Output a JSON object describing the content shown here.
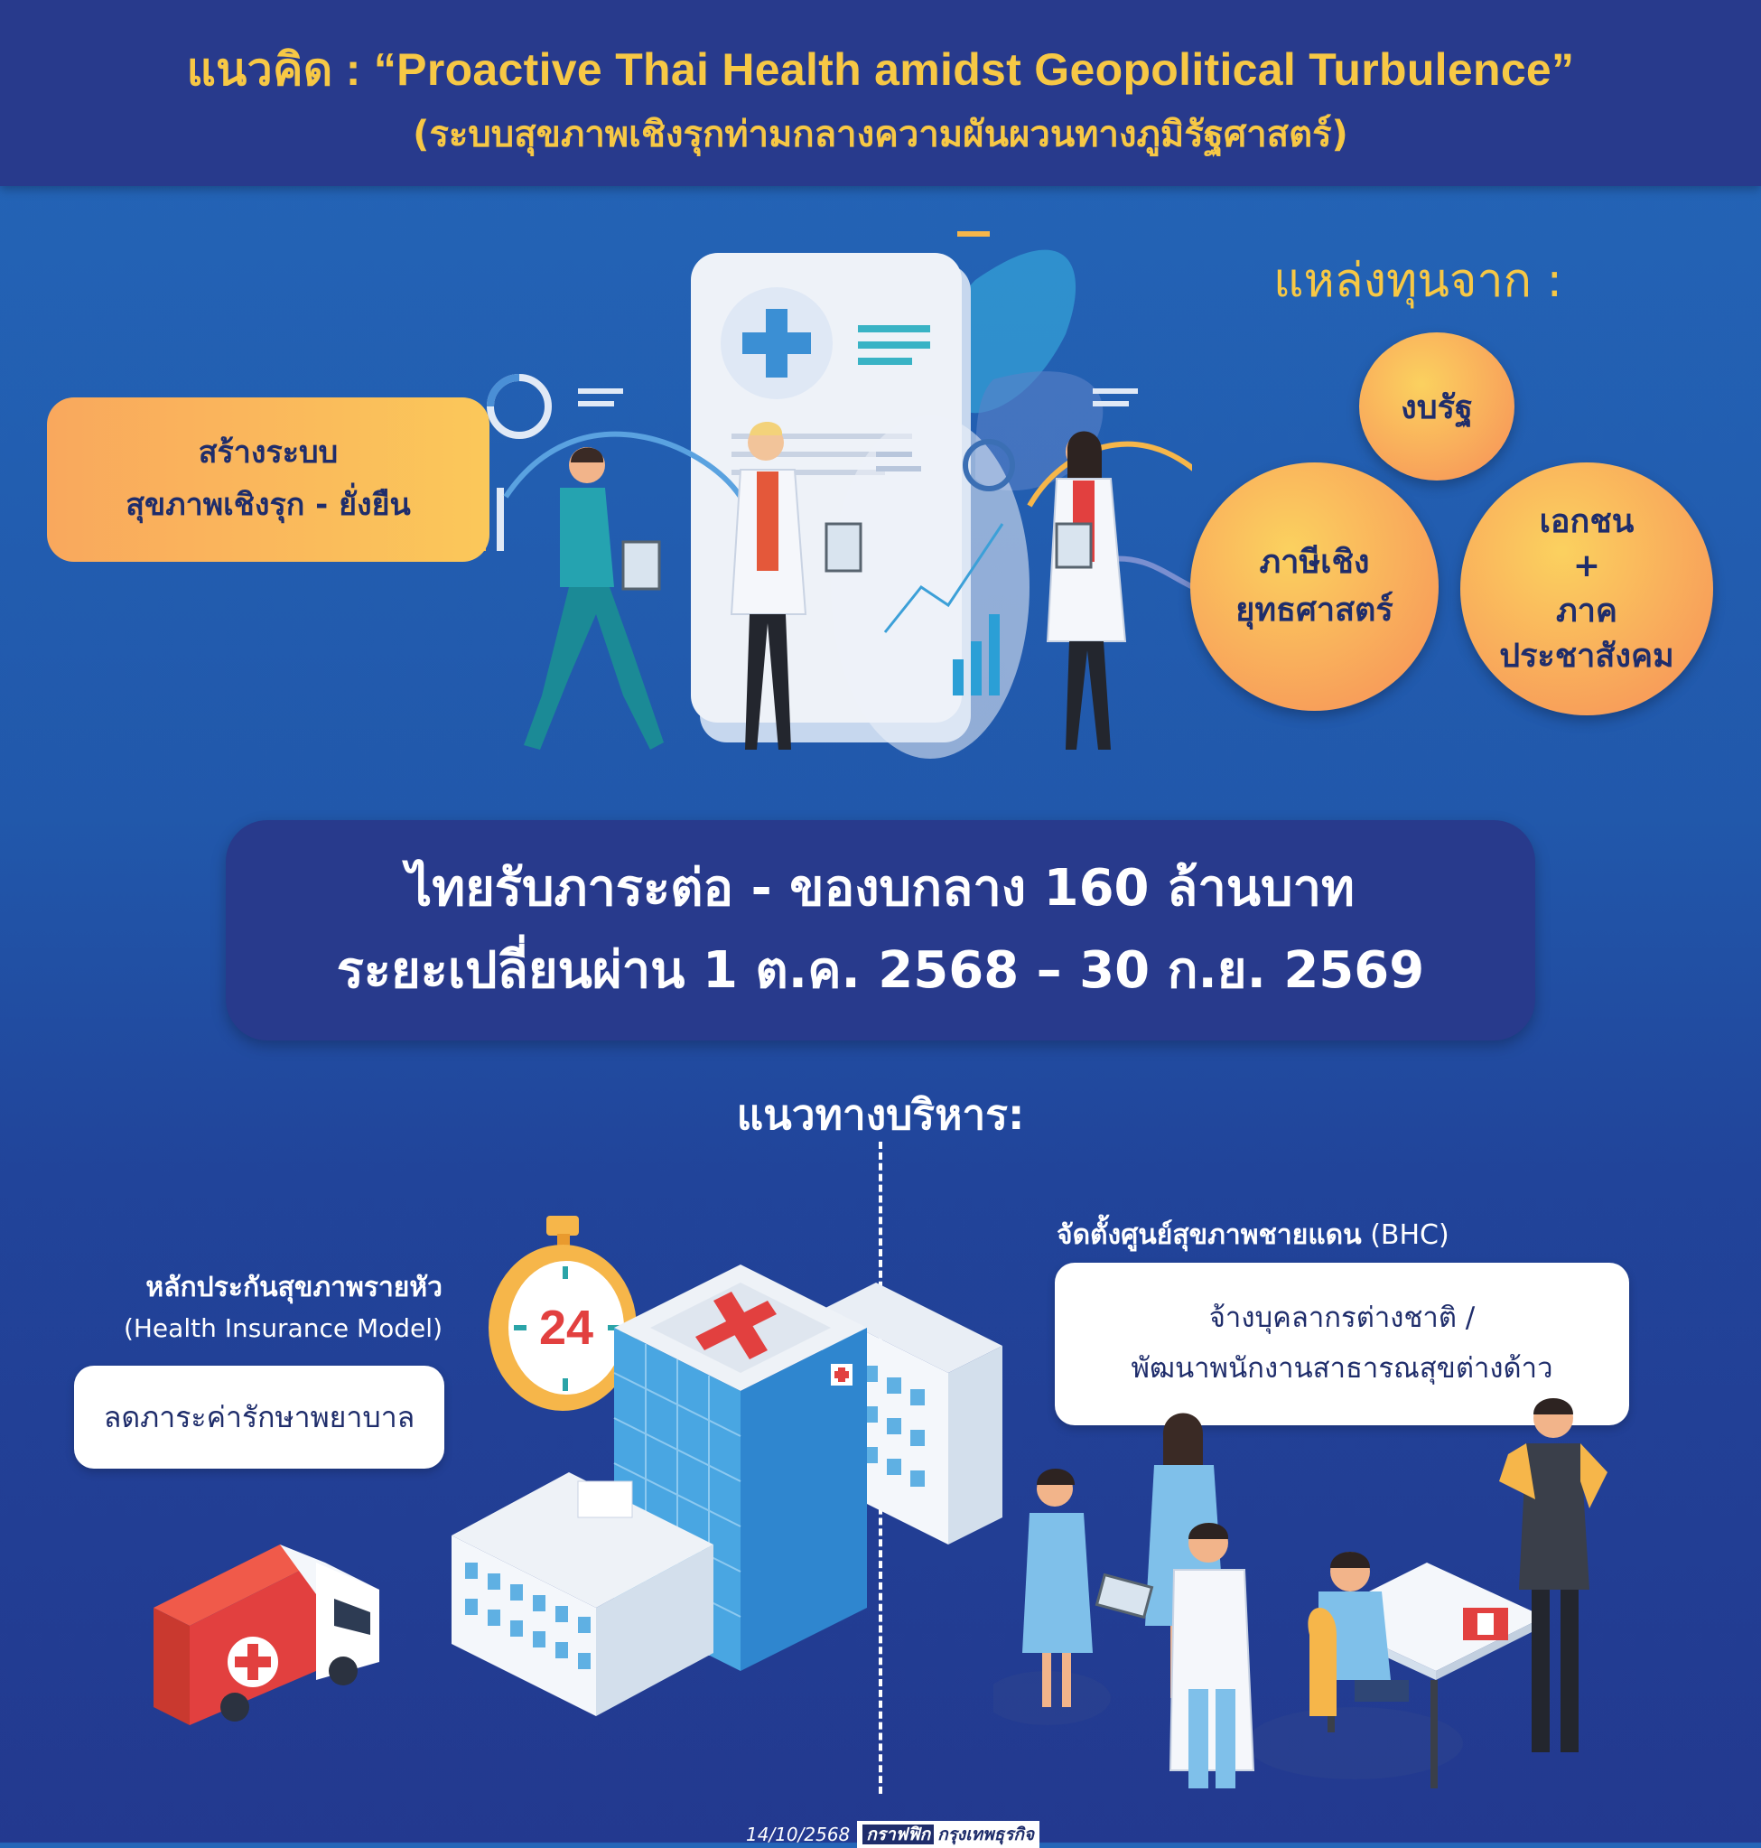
{
  "header": {
    "title": "แนวคิด : “Proactive Thai Health amidst Geopolitical Turbulence”",
    "subtitle": "(ระบบสุขภาพเชิงรุกท่ามกลางความผันผวนทางภูมิรัฐศาสตร์)"
  },
  "goal_box": {
    "line1": "สร้างระบบ",
    "line2": "สุขภาพเชิงรุก - ยั่งยืน"
  },
  "funding": {
    "title": "แหล่งทุนจาก :",
    "sources": [
      {
        "lines": [
          "งบรัฐ"
        ]
      },
      {
        "lines": [
          "ภาษีเชิง",
          "ยุทธศาสตร์"
        ]
      },
      {
        "lines": [
          "เอกชน",
          "+",
          "ภาค",
          "ประชาสังคม"
        ]
      }
    ]
  },
  "summary": {
    "line1": "ไทยรับภาระต่อ - ของบกลาง 160 ล้านบาท",
    "line2": "ระยะเปลี่ยนผ่าน 1 ต.ค. 2568 – 30 ก.ย. 2569"
  },
  "management": {
    "title": "แนวทางบริหาร:",
    "left": {
      "heading": "หลักประกันสุขภาพรายหัว",
      "subheading": "(Health Insurance Model)",
      "box": "ลดภาระค่ารักษาพยาบาล",
      "clock_label": "24"
    },
    "right": {
      "heading": "จัดตั้งศูนย์สุขภาพชายแดน",
      "heading_suffix": "(BHC)",
      "box_line1": "จ้างบุคลากรต่างชาติ /",
      "box_line2": "พัฒนาพนักงานสาธารณสุขต่างด้าว"
    }
  },
  "footer": {
    "date": "14/10/2568",
    "brand_prefix": "กราฟฟิก",
    "brand_name": "กรุงเทพธุรกิจ"
  },
  "colors": {
    "header_bg": "#283a8c",
    "accent_yellow": "#f7c845",
    "orange": "#f9a85d",
    "navy_text": "#1f2d6b"
  },
  "icons": [
    "document-icon",
    "doctor-icon",
    "chart-icon",
    "hospital-icon",
    "clock-24-icon",
    "ambulance-icon",
    "medical-team-icon"
  ]
}
